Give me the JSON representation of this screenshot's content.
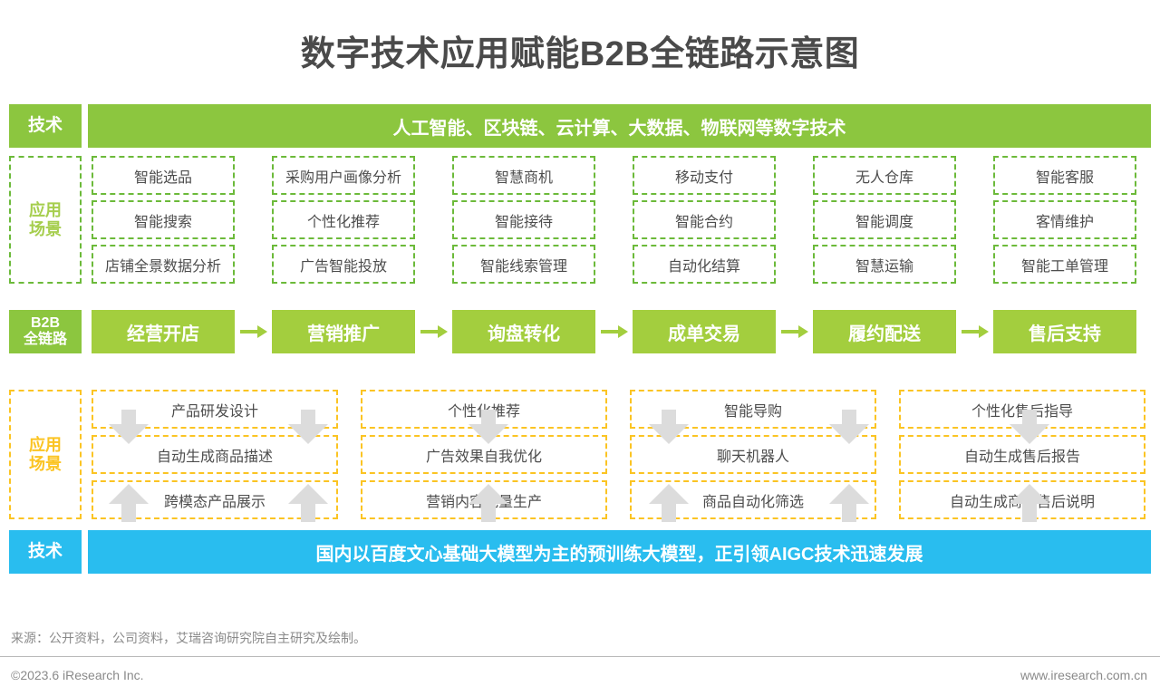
{
  "page": {
    "title": "数字技术应用赋能B2B全链路示意图"
  },
  "colors": {
    "green": "#8CC63F",
    "green_stage": "#A3CE3E",
    "green_dashed": "#6CBA3A",
    "yellow": "#FBC423",
    "blue": "#29BDEF",
    "grey_arrow": "#DCDCDC",
    "text": "#4D4D4D"
  },
  "top_tech": {
    "label": "技术",
    "banner": "人工智能、区块链、云计算、大数据、物联网等数字技术"
  },
  "top_scenarios": {
    "label": "应用\n场景",
    "label_line1": "应用",
    "label_line2": "场景",
    "columns": [
      {
        "items": [
          "智能选品",
          "智能搜索",
          "店铺全景数据分析"
        ]
      },
      {
        "items": [
          "采购用户画像分析",
          "个性化推荐",
          "广告智能投放"
        ]
      },
      {
        "items": [
          "智慧商机",
          "智能接待",
          "智能线索管理"
        ]
      },
      {
        "items": [
          "移动支付",
          "智能合约",
          "自动化结算"
        ]
      },
      {
        "items": [
          "无人仓库",
          "智能调度",
          "智慧运输"
        ]
      },
      {
        "items": [
          "智能客服",
          "客情维护",
          "智能工单管理"
        ]
      }
    ]
  },
  "chain": {
    "label_line1": "B2B",
    "label_line2": "全链路",
    "stages": [
      "经营开店",
      "营销推广",
      "询盘转化",
      "成单交易",
      "履约配送",
      "售后支持"
    ]
  },
  "bottom_scenarios": {
    "label_line1": "应用",
    "label_line2": "场景",
    "columns": [
      {
        "items": [
          "产品研发设计",
          "自动生成商品描述",
          "跨模态产品展示"
        ]
      },
      {
        "items": [
          "个性化推荐",
          "广告效果自我优化",
          "营销内容批量生产"
        ]
      },
      {
        "items": [
          "智能导购",
          "聊天机器人",
          "商品自动化筛选"
        ]
      },
      {
        "items": [
          "个性化售后指导",
          "自动生成售后报告",
          "自动生成商品售后说明"
        ]
      }
    ]
  },
  "bottom_tech": {
    "label": "技术",
    "banner": "国内以百度文心基础大模型为主的预训练大模型，正引领AIGC技术迅速发展"
  },
  "footer": {
    "source": "来源：公开资料，公司资料，艾瑞咨询研究院自主研究及绘制。",
    "copyright": "©2023.6 iResearch Inc.",
    "website": "www.iresearch.com.cn"
  }
}
